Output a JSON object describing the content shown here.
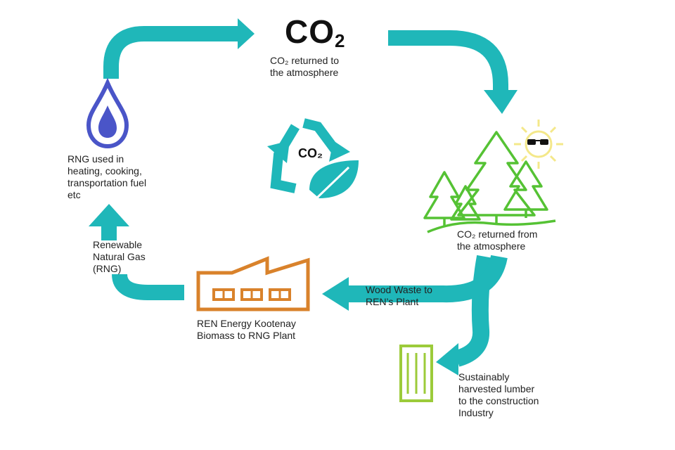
{
  "title": {
    "main": "CO",
    "sub": "2"
  },
  "labels": {
    "co2_returned_to": "CO₂ returned to\nthe atmosphere",
    "rng_used": "RNG used in\nheating, cooking,\ntransportation fuel\netc",
    "rng": "Renewable\nNatural Gas\n(RNG)",
    "co2_returned_from": "CO₂ returned from\nthe atmosphere",
    "wood_waste": "Wood Waste to\nREN’s Plant",
    "plant": "REN Energy Kootenay\nBiomass to RNG Plant",
    "lumber": "Sustainably\nharvested lumber\nto the construction\nIndustry",
    "recycle_badge": "CO₂"
  },
  "colors": {
    "arrow": "#1fb7b9",
    "arrow_dark": "#17a3a6",
    "flame": "#4a55c8",
    "tree": "#55c234",
    "sun": "#f4e88a",
    "factory": "#d9822b",
    "building": "#9ccb3a"
  },
  "icons": [
    "flame-icon",
    "recycle-leaf-icon",
    "trees-icon",
    "sun-icon",
    "factory-icon",
    "building-icon"
  ]
}
